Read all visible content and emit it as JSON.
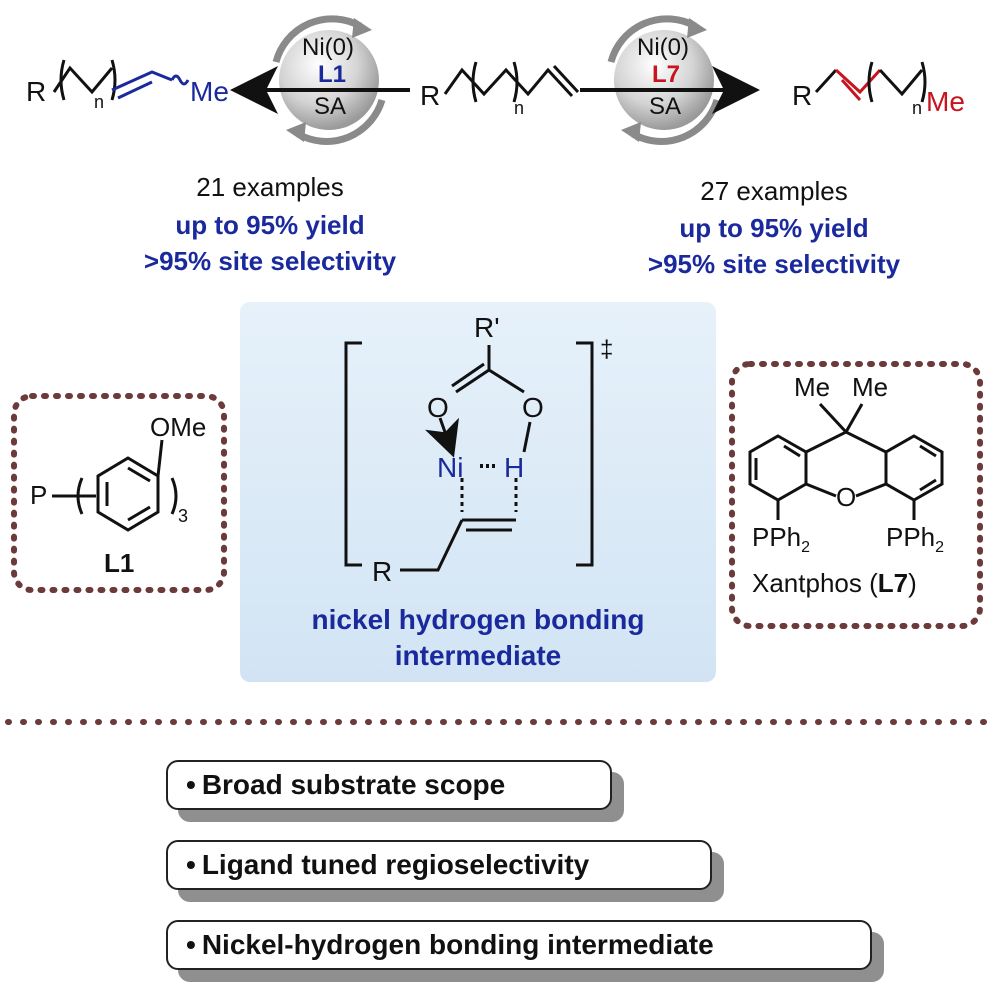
{
  "left_catalyst": {
    "line1": "Ni(0)",
    "ligand": "L1",
    "line3": "SA"
  },
  "right_catalyst": {
    "line1": "Ni(0)",
    "ligand": "L7",
    "line3": "SA"
  },
  "left_product": {
    "r": "R",
    "n": "n",
    "me": "Me"
  },
  "substrate": {
    "r": "R",
    "n": "n"
  },
  "right_product": {
    "r": "R",
    "n": "n",
    "me": "Me"
  },
  "left_stats": {
    "examples": "21 examples",
    "yield": "up to 95% yield",
    "selectivity": ">95% site selectivity"
  },
  "right_stats": {
    "examples": "27 examples",
    "yield": "up to 95% yield",
    "selectivity": ">95% site selectivity"
  },
  "intermediate": {
    "r_prime": "R'",
    "o_left": "O",
    "o_right": "O",
    "ni": "Ni",
    "h": "H",
    "r": "R",
    "dagger": "‡",
    "caption_line1": "nickel hydrogen bonding",
    "caption_line2": "intermediate"
  },
  "l1_ligand": {
    "ome": "OMe",
    "p": "P",
    "sub3": "3",
    "label": "L1"
  },
  "xantphos": {
    "me1": "Me",
    "me2": "Me",
    "o": "O",
    "pph2_left": "PPh",
    "pph2_right": "PPh",
    "sub2": "2",
    "name": "Xantphos (",
    "label": "L7",
    "close": ")"
  },
  "features": [
    {
      "bullet": "•",
      "text": "Broad substrate scope"
    },
    {
      "bullet": "•",
      "text": "Ligand tuned regioselectivity"
    },
    {
      "bullet": "•",
      "text": "Nickel-hydrogen bonding intermediate"
    }
  ],
  "colors": {
    "blue": "#1a2a9c",
    "red": "#c8141e",
    "divider": "#6b3a3a",
    "panel": "#dcebf7"
  }
}
